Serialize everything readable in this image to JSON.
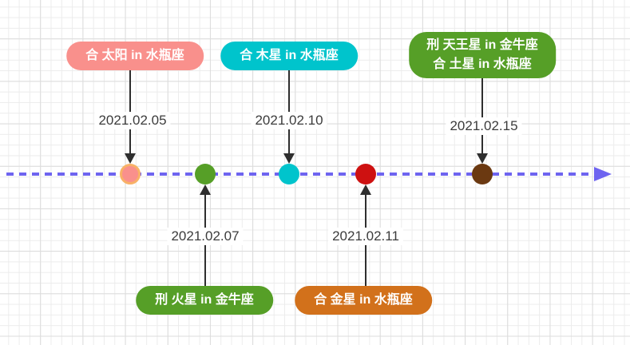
{
  "canvas": {
    "background": "#ffffff",
    "grid_minor_color": "#ececec",
    "grid_major_color": "#dcdcdc"
  },
  "timeline": {
    "line_color": "#6E64F0",
    "line_style": "dashed",
    "direction": "left-to-right",
    "connector_color": "#2e2e2e"
  },
  "events": [
    {
      "label": "合 太阳 in 水瓶座",
      "date": "2021.02.05",
      "position": "top",
      "box_color": "#F9908C",
      "dot_color": "#F9908C",
      "dot_border_color": "#F8B167"
    },
    {
      "label": "刑 火星 in 金牛座",
      "date": "2021.02.07",
      "position": "bottom",
      "box_color": "#569F27",
      "dot_color": "#569F27"
    },
    {
      "label": "合 木星 in 水瓶座",
      "date": "2021.02.10",
      "position": "top",
      "box_color": "#00C4CC",
      "dot_color": "#00C4CC"
    },
    {
      "label": "合 金星 in 水瓶座",
      "date": "2021.02.11",
      "position": "bottom",
      "box_color": "#D2711B",
      "dot_color": "#CE1111"
    },
    {
      "label_line1": "刑 天王星 in 金牛座",
      "label_line2": "合 土星 in 水瓶座",
      "date": "2021.02.15",
      "position": "top",
      "box_color": "#569F27",
      "dot_color": "#6B3911"
    }
  ]
}
